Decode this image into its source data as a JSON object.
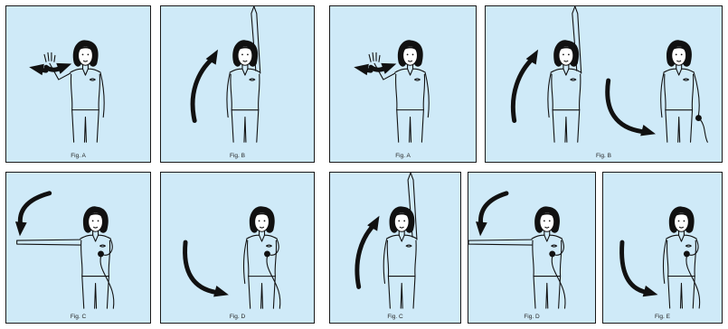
{
  "left_group": {
    "panels": [
      {
        "caption": "Fig. A",
        "pose": "wave"
      },
      {
        "caption": "Fig. B",
        "pose": "raise"
      },
      {
        "caption": "Fig. C",
        "pose": "point"
      },
      {
        "caption": "Fig. D",
        "pose": "lower"
      }
    ]
  },
  "right_group": {
    "panels": [
      {
        "caption": "Fig. A",
        "pose": "wave"
      },
      {
        "caption": "Fig. B",
        "pose": "raise-and-lower"
      },
      {
        "caption": "Fig. C",
        "pose": "raise"
      },
      {
        "caption": "Fig. D",
        "pose": "point"
      },
      {
        "caption": "Fig. E",
        "pose": "lower"
      }
    ]
  },
  "colors": {
    "panel_bg": "#cfeaf8",
    "border": "#1a1a1a",
    "arrow": "#111111"
  }
}
